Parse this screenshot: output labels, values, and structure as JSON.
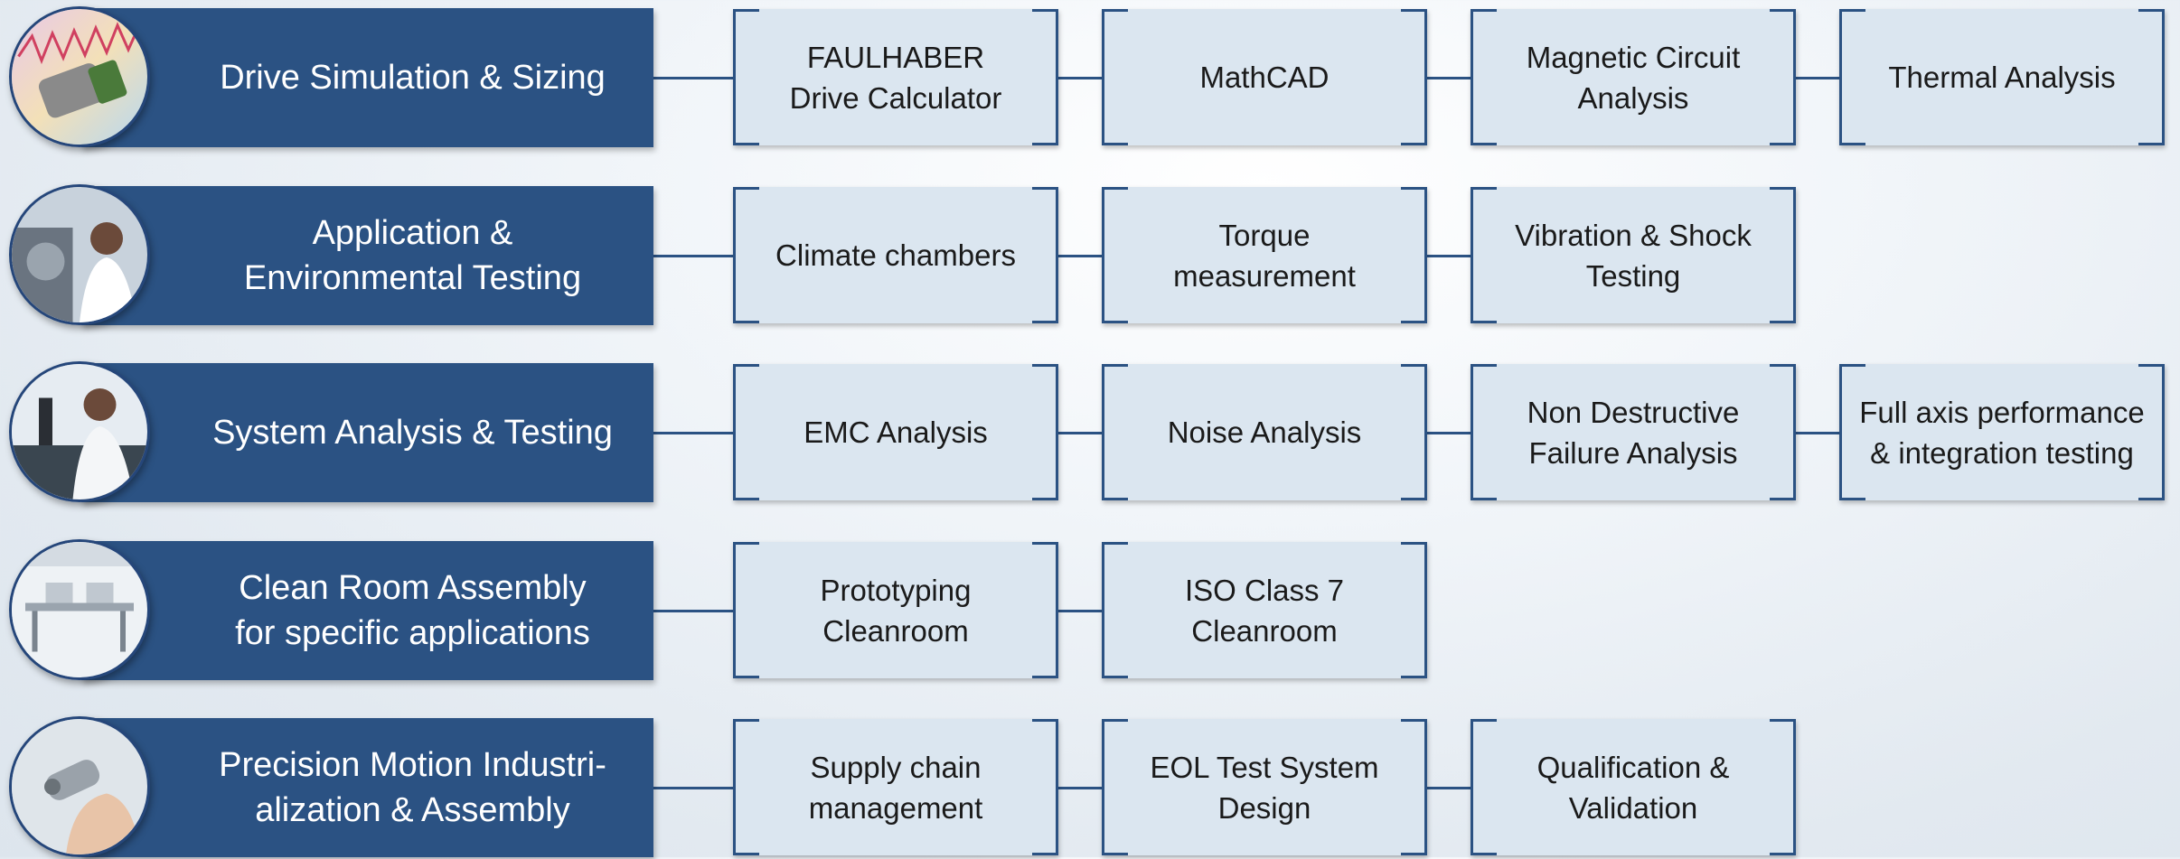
{
  "rows": [
    {
      "category": "Drive Simulation & Sizing",
      "photo_icon": "motor-photo",
      "items": [
        "FAULHABER\nDrive Calculator",
        "MathCAD",
        "Magnetic Circuit\nAnalysis",
        "Thermal Analysis"
      ]
    },
    {
      "category": "Application &\nEnvironmental Testing",
      "photo_icon": "lab-engineer-photo",
      "items": [
        "Climate chambers",
        "Torque\nmeasurement",
        "Vibration & Shock\nTesting"
      ]
    },
    {
      "category": "System Analysis & Testing",
      "photo_icon": "microscope-scientist-photo",
      "items": [
        "EMC Analysis",
        "Noise Analysis",
        "Non Destructive\nFailure Analysis",
        "Full axis performance\n& integration testing"
      ]
    },
    {
      "category": "Clean Room Assembly\nfor specific applications",
      "photo_icon": "cleanroom-photo",
      "items": [
        "Prototyping\nCleanroom",
        "ISO Class 7\nCleanroom"
      ]
    },
    {
      "category": "Precision Motion Industri-\nalization & Assembly",
      "photo_icon": "hand-holding-motor-photo",
      "items": [
        "Supply chain\nmanagement",
        "EOL Test System\nDesign",
        "Qualification &\nValidation"
      ]
    }
  ],
  "colors": {
    "category_fill": "#2b5283",
    "item_fill": "#dbe6f0",
    "bracket": "#2b5283"
  }
}
